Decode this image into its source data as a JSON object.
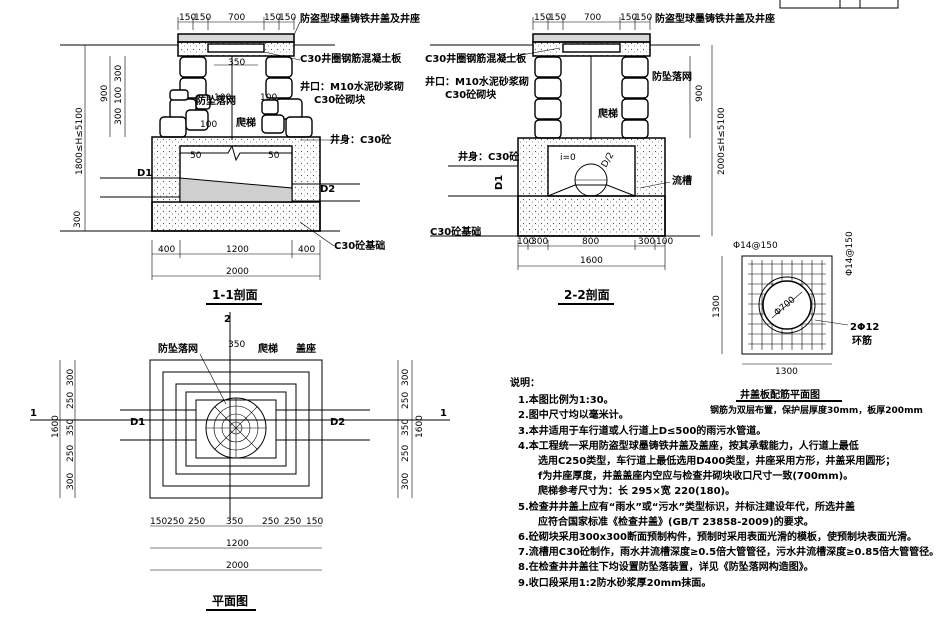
{
  "sec1": {
    "title": "1-1剖面",
    "dim_top": [
      "150",
      "150",
      "700",
      "150",
      "150"
    ],
    "dim_side": [
      "300",
      "100",
      "300",
      "300"
    ],
    "dim_900": "900",
    "dim_total": "1800≤H≤5100",
    "dim_300b": "300",
    "dim_bottom": [
      "400",
      "1200",
      "400"
    ],
    "dim_overall": "2000",
    "dim_350": "350",
    "dim_100": [
      "100",
      "100",
      "100"
    ],
    "dim_50": [
      "50",
      "50"
    ],
    "labels": {
      "cover": "防盗型球墨铸铁井盖及井座",
      "slab": "C30井圈钢筋混凝土板",
      "mortar": "井口：M10水泥砂浆砌",
      "block": "C30砼砌块",
      "fall": "防坠落网",
      "ladder": "爬梯",
      "wall": "井身：C30砼",
      "base": "C30砼基础",
      "d1": "D1",
      "d2": "D2"
    }
  },
  "sec2": {
    "title": "2-2剖面",
    "dim_top": [
      "150",
      "150",
      "700",
      "150",
      "150"
    ],
    "dim_900": "900",
    "dim_total": "2000≤H≤5100",
    "dim_bottom": [
      "100",
      "300",
      "800",
      "300",
      "100"
    ],
    "dim_overall": "1600",
    "labels": {
      "cover": "防盗型球墨铸铁井盖及井座",
      "slab": "C30井圈钢筋混凝土板",
      "mortar": "井口：M10水泥砂浆砌",
      "block": "C30砼砌块",
      "fall": "防坠落网",
      "ladder": "爬梯",
      "wall": "井身：C30砼",
      "channel": "流槽",
      "base": "C30砼基础",
      "d1": "D1",
      "i": "i=0",
      "d": "D/2"
    }
  },
  "plan": {
    "title": "平面图",
    "section_marks": [
      "1",
      "1",
      "2",
      "2"
    ],
    "labels": {
      "fall": "防坠落网",
      "ladder": "爬梯",
      "seat": "盖座",
      "d1": "D1",
      "d2": "D2"
    },
    "dim_350": "350",
    "dim_left": [
      "300",
      "250",
      "350",
      "250",
      "300"
    ],
    "dim_height": "1600",
    "dim_right": [
      "300",
      "250",
      "350",
      "250",
      "300"
    ],
    "dim_bottom": [
      "150",
      "250",
      "250",
      "350",
      "250",
      "250",
      "150"
    ],
    "dim_mid": "1200",
    "dim_overall": "2000"
  },
  "rebar": {
    "title": "井盖板配筋平面图",
    "rebar_top": "Φ14@150",
    "rebar_side": "Φ14@150",
    "circle": "Φ700",
    "ring": "2Φ12",
    "ring_label": "环筋",
    "dim_w": "1300",
    "dim_h": "1300",
    "note": "钢筋为双层布置，保护层厚度30mm，板厚200mm"
  },
  "notes": {
    "title": "说明：",
    "items": [
      "1.本图比例为1:30。",
      "2.图中尺寸均以毫米计。",
      "3.本井适用于车行道或人行道上D≤500的雨污水管道。",
      "4.本工程统一采用防盗型球墨铸铁井盖及盖座，按其承载能力，人行道上最低",
      "5.检查井井盖上应有“雨水”或“污水”类型标识，并标注建设年代，所选井盖",
      "6.砼砌块采用300x300断面预制构件，预制时采用表面光滑的模板，使预制块表面光滑。",
      "7.流槽用C30砼制作，雨水井流槽深度≥0.5倍大管管径，污水井流槽深度≥0.85倍大管管径。",
      "8.在检查井井盖往下均设置防坠落装置，详见《防坠落网构造图》。",
      "9.收口段采用1:2防水砂浆厚20mm抹面。"
    ],
    "item4_cont": [
      "选用C250类型，车行道上最低选用D400类型，井座采用方形，井盖采用圆形；",
      "f为井座厚度，井盖盖座内空应与检查井砌块收口尺寸一致(700mm)。",
      "爬梯参考尺寸为：长 295×宽 220(180)。"
    ],
    "item5_cont": [
      "应符合国家标准《检查井盖》(GB/T 23858-2009)的要求。"
    ]
  }
}
